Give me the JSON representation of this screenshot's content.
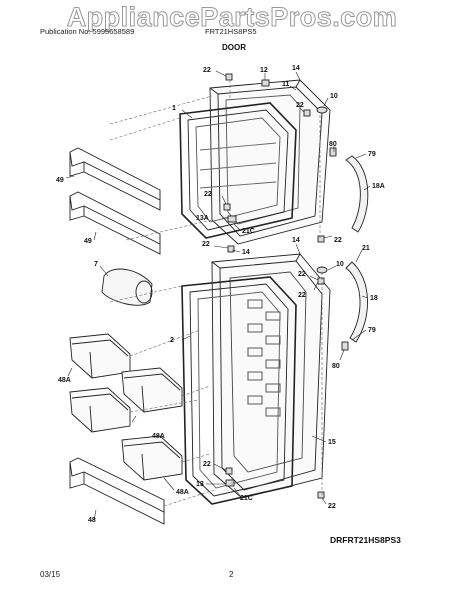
{
  "watermark": "AppliancePartsPros.com",
  "header": {
    "publication": "Publication No: 5995658589",
    "model": "FRT21HS8PS5",
    "section": "DOOR"
  },
  "footer": {
    "date": "03/15",
    "page": "2",
    "drawing_code": "DRFRT21HS8PS3"
  },
  "callouts": {
    "c22a": "22",
    "c12": "12",
    "c11": "11",
    "c14a": "14",
    "c10a": "10",
    "c1": "1",
    "c22b": "22",
    "c80a": "80",
    "c79a": "79",
    "c49a": "49",
    "c18a": "18A",
    "c22c": "22",
    "c13a": "13A",
    "c21ca": "21C",
    "c49b": "49",
    "c14b": "14",
    "c22d": "22",
    "c22e": "22",
    "c14c": "14",
    "c21": "21",
    "c7": "7",
    "c22f": "22",
    "c10b": "10",
    "c22g": "22",
    "c18": "18",
    "c2": "2",
    "c79b": "79",
    "c80b": "80",
    "c48a1": "48A",
    "c48a2": "48A",
    "c15": "15",
    "c22h": "22",
    "c48a3": "48A",
    "c13": "13",
    "c21cb": "21C",
    "c22i": "22",
    "c48": "48"
  }
}
